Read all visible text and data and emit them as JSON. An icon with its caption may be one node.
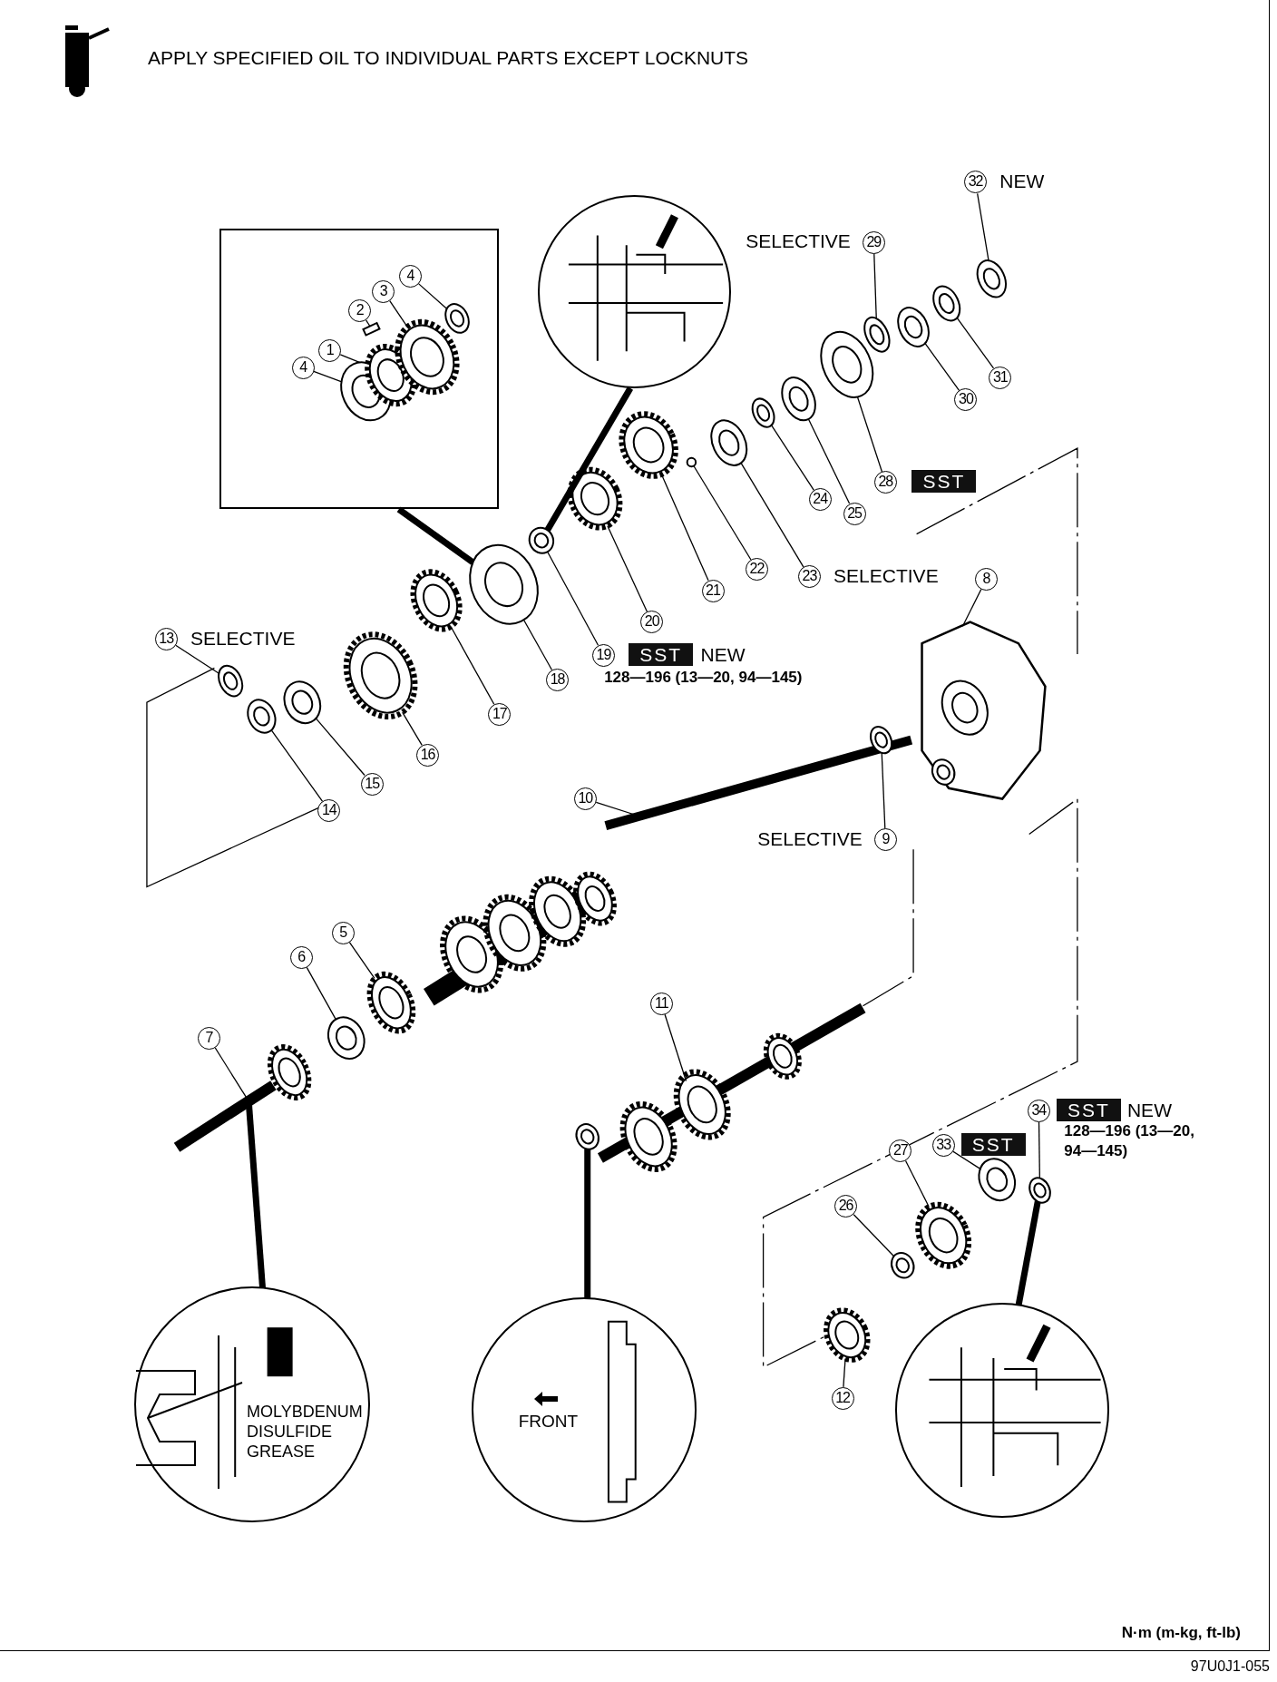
{
  "diagram": {
    "title": "APPLY SPECIFIED OIL TO INDIVIDUAL PARTS EXCEPT LOCKNUTS",
    "nodes": [
      {
        "text": [],
        "shape": "box"
      },
      {
        "text": [
          "4"
        ],
        "in": 0
      },
      {
        "text": [
          "1"
        ],
        "in": 0
      },
      {
        "text": [
          "2"
        ],
        "in": 0
      },
      {
        "text": [
          "3"
        ],
        "in": 0
      },
      {
        "text": [
          "4"
        ],
        "in": 0
      },
      {
        "text": [],
        "shape": "circle"
      },
      {
        "text": [
          "32"
        ],
        "beside": [
          "NEW"
        ]
      },
      {
        "text": [
          "29"
        ],
        "beside": [
          "SELECTIVE"
        ]
      },
      {
        "text": [
          "31"
        ]
      },
      {
        "text": [
          "30"
        ]
      },
      {
        "text": [
          "28"
        ],
        "beside": [
          "SST"
        ]
      },
      {
        "text": [
          "25"
        ]
      },
      {
        "text": [
          "24"
        ]
      },
      {
        "text": [
          "23"
        ],
        "beside": [
          "SELECTIVE"
        ]
      },
      {
        "text": [
          "22"
        ]
      },
      {
        "text": [
          "21"
        ]
      },
      {
        "text": [
          "20"
        ]
      },
      {
        "text": [
          "19"
        ],
        "beside": [
          "SST",
          "NEW",
          "128—196 (13—20, 94—145)"
        ]
      },
      {
        "text": [
          "18"
        ]
      },
      {
        "text": [
          "17"
        ]
      },
      {
        "text": [
          "16"
        ]
      },
      {
        "text": [
          "13"
        ],
        "beside": [
          "SELECTIVE"
        ]
      },
      {
        "text": [
          "15"
        ]
      },
      {
        "text": [
          "14"
        ]
      },
      {
        "text": [
          "8"
        ]
      },
      {
        "text": [
          "10"
        ]
      },
      {
        "text": [
          "9"
        ],
        "beside": [
          "SELECTIVE"
        ]
      },
      {
        "text": [
          "5"
        ]
      },
      {
        "text": [
          "6"
        ]
      },
      {
        "text": [
          "7"
        ]
      },
      {
        "text": [
          "11"
        ]
      },
      {
        "text": [
          "34"
        ],
        "beside": [
          "SST",
          "NEW",
          "128—196 (13—20, 94—145)"
        ]
      },
      {
        "text": [
          "33"
        ],
        "beside": [
          "SST"
        ]
      },
      {
        "text": [
          "27"
        ]
      },
      {
        "text": [
          "26"
        ]
      },
      {
        "text": [
          "12"
        ]
      },
      {
        "text": [
          "MOLYBDENUM DISULFIDE GREASE"
        ]
      },
      {
        "text": [
          "FRONT"
        ]
      },
      {
        "text": [],
        "shape": "circle"
      },
      {
        "text": [],
        "shape": "ring"
      },
      {
        "text": [],
        "shape": "ring"
      },
      {
        "text": [],
        "shape": "ring"
      },
      {
        "text": [],
        "shape": "ring"
      },
      {
        "text": [],
        "shape": "ring"
      },
      {
        "text": [],
        "shape": "ring"
      },
      {
        "text": [],
        "shape": "ring"
      },
      {
        "text": [],
        "shape": "ring"
      },
      {
        "text": [],
        "shape": "ball"
      },
      {
        "text": [],
        "shape": "gear"
      },
      {
        "text": [],
        "shape": "gear"
      },
      {
        "text": [],
        "shape": "ring"
      },
      {
        "text": [],
        "shape": "ring"
      },
      {
        "text": [],
        "shape": "gear"
      },
      {
        "text": [],
        "shape": "gear"
      },
      {
        "text": [],
        "shape": "ring"
      },
      {
        "text": [],
        "shape": "ring"
      },
      {
        "text": [],
        "shape": "ring"
      },
      {
        "text": [],
        "shape": "picture"
      },
      {
        "text": [],
        "shape": "shaft"
      },
      {
        "text": [],
        "shape": "ring"
      },
      {
        "text": [],
        "shape": "gear"
      },
      {
        "text": [],
        "shape": "ring"
      },
      {
        "text": [],
        "shape": "shaft"
      },
      {
        "text": [],
        "shape": "shaft"
      },
      {
        "text": [],
        "shape": "ring"
      },
      {
        "text": [],
        "shape": "ring"
      },
      {
        "text": [],
        "shape": "gear"
      },
      {
        "text": [],
        "shape": "ring"
      },
      {
        "text": [],
        "shape": "gear"
      },
      {
        "text": [],
        "shape": "ring"
      },
      {
        "text": [],
        "shape": "ring",
        "in": 0
      },
      {
        "text": [],
        "shape": "gear",
        "in": 0
      },
      {
        "text": [],
        "shape": "bar",
        "in": 0
      },
      {
        "text": [],
        "shape": "gear",
        "in": 0
      },
      {
        "text": [],
        "shape": "ring",
        "in": 0
      }
    ],
    "edges": [
      {
        "from": 0,
        "to": 52,
        "arrow": "none",
        "style": "thick"
      },
      {
        "from": 1,
        "to": 71,
        "arrow": "none"
      },
      {
        "from": 2,
        "to": 72,
        "arrow": "none"
      },
      {
        "from": 3,
        "to": 73,
        "arrow": "none"
      },
      {
        "from": 4,
        "to": 74,
        "arrow": "none"
      },
      {
        "from": 5,
        "to": 75,
        "arrow": "none"
      },
      {
        "from": 6,
        "to": 51,
        "arrow": "none",
        "style": "thick"
      },
      {
        "from": 7,
        "to": 40,
        "arrow": "none"
      },
      {
        "from": 8,
        "to": 41,
        "arrow": "none"
      },
      {
        "from": 9,
        "to": 42,
        "arrow": "none"
      },
      {
        "from": 10,
        "to": 43,
        "arrow": "none"
      },
      {
        "from": 11,
        "to": 44,
        "arrow": "none"
      },
      {
        "from": 12,
        "to": 45,
        "arrow": "none"
      },
      {
        "from": 13,
        "to": 46,
        "arrow": "none"
      },
      {
        "from": 14,
        "to": 47,
        "arrow": "none"
      },
      {
        "from": 15,
        "to": 48,
        "arrow": "none"
      },
      {
        "from": 16,
        "to": 49,
        "arrow": "none"
      },
      {
        "from": 17,
        "to": 50,
        "arrow": "none"
      },
      {
        "from": 18,
        "to": 51,
        "arrow": "none"
      },
      {
        "from": 19,
        "to": 52,
        "arrow": "none"
      },
      {
        "from": 20,
        "to": 53,
        "arrow": "none"
      },
      {
        "from": 21,
        "to": 54,
        "arrow": "none"
      },
      {
        "from": 22,
        "to": 55,
        "arrow": "none"
      },
      {
        "from": 23,
        "to": 56,
        "arrow": "none"
      },
      {
        "from": 24,
        "to": 57,
        "arrow": "none"
      },
      {
        "from": 25,
        "to": 58,
        "arrow": "none"
      },
      {
        "from": 26,
        "to": 59,
        "arrow": "none"
      },
      {
        "from": 27,
        "to": 60,
        "arrow": "none"
      },
      {
        "from": 28,
        "to": 61,
        "arrow": "none"
      },
      {
        "from": 29,
        "to": 62,
        "arrow": "none"
      },
      {
        "from": 30,
        "to": 63,
        "arrow": "none"
      },
      {
        "from": 31,
        "to": 64,
        "arrow": "none"
      },
      {
        "from": 32,
        "to": 65,
        "arrow": "none"
      },
      {
        "from": 33,
        "to": 66,
        "arrow": "none"
      },
      {
        "from": 34,
        "to": 67,
        "arrow": "none"
      },
      {
        "from": 35,
        "to": 68,
        "arrow": "none"
      },
      {
        "from": 36,
        "to": 69,
        "arrow": "none"
      },
      {
        "from": 37,
        "to": 63,
        "arrow": "none",
        "style": "thick"
      },
      {
        "from": 38,
        "to": 70,
        "arrow": "none",
        "style": "thick"
      },
      {
        "from": 39,
        "to": 65,
        "arrow": "none",
        "style": "thick"
      }
    ],
    "labels": [
      "N·m (m-kg, ft-lb)",
      "97U0J1-055"
    ]
  }
}
